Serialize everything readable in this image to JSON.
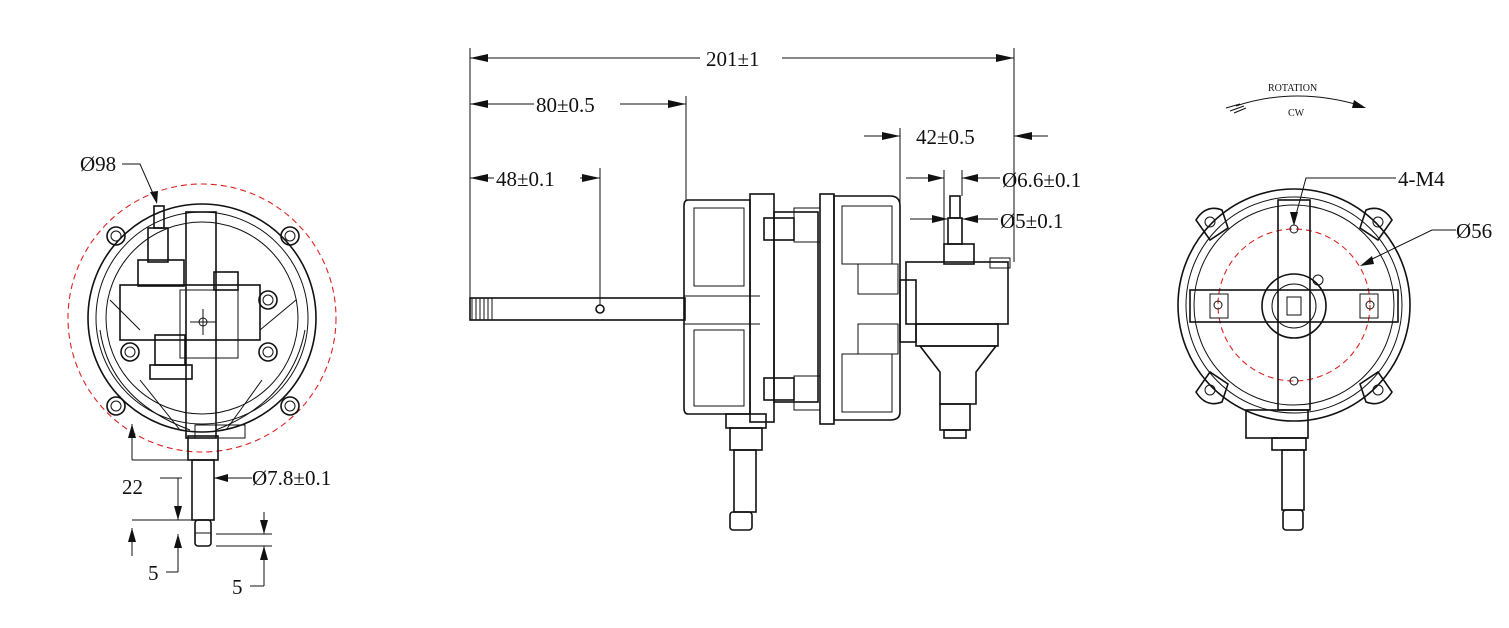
{
  "left_view": {
    "diameter_label": "Ø98",
    "height_label": "22",
    "shaft_diameter_label": "Ø7.8±0.1",
    "tip_left_label": "5",
    "tip_right_label": "5"
  },
  "side_view": {
    "overall_length": "201±1",
    "length_80": "80±0.5",
    "length_48": "48±0.1",
    "length_42": "42±0.5",
    "diameter_66": "Ø6.6±0.1",
    "diameter_5": "Ø5±0.1"
  },
  "right_view": {
    "rotation_label": "ROTATION",
    "direction_label": "CW",
    "thread_label": "4-M4",
    "pcd_label": "Ø56"
  }
}
